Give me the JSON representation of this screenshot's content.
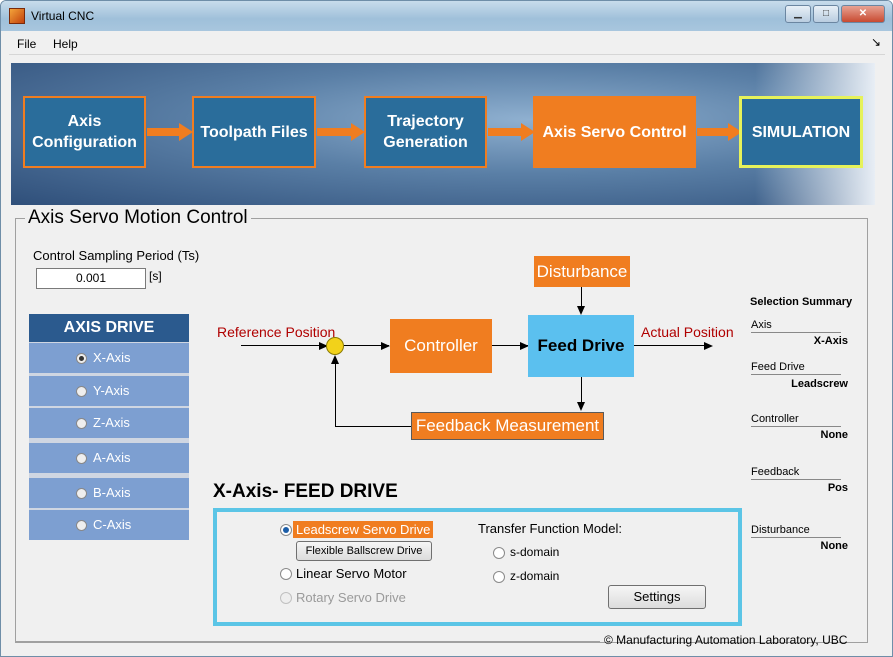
{
  "window": {
    "title": "Virtual CNC"
  },
  "menu": {
    "items": [
      "File",
      "Help"
    ],
    "arrow": "↘"
  },
  "workflow": {
    "steps": [
      {
        "label": "Axis Configuration",
        "line1": "Axis",
        "line2": "Configuration"
      },
      {
        "label": "Toolpath Files"
      },
      {
        "label": "Trajectory Generation",
        "line1": "Trajectory",
        "line2": "Generation"
      },
      {
        "label": "Axis Servo Control",
        "active": true
      },
      {
        "label": "SIMULATION"
      }
    ]
  },
  "panel": {
    "title": "Axis Servo Motion Control"
  },
  "sampling": {
    "label": "Control Sampling Period (Ts)",
    "value": "0.001",
    "unit": "[s]"
  },
  "axis_drive": {
    "title": "AXIS DRIVE",
    "items": [
      {
        "label": "X-Axis",
        "selected": true
      },
      {
        "label": "Y-Axis",
        "selected": false
      },
      {
        "label": "Z-Axis",
        "selected": false
      },
      {
        "label": "A-Axis",
        "selected": false
      },
      {
        "label": "B-Axis",
        "selected": false
      },
      {
        "label": "C-Axis",
        "selected": false
      }
    ]
  },
  "diagram": {
    "reference": "Reference Position",
    "actual": "Actual Position",
    "controller": "Controller",
    "feed_drive": "Feed Drive",
    "disturbance": "Disturbance",
    "feedback": "Feedback Measurement"
  },
  "summary": {
    "title": "Selection Summary",
    "rows": [
      {
        "key": "Axis",
        "value": "X-Axis"
      },
      {
        "key": "Feed Drive",
        "value": "Leadscrew"
      },
      {
        "key": "Controller",
        "value": "None"
      },
      {
        "key": "Feedback",
        "value": "Pos"
      },
      {
        "key": "Disturbance",
        "value": "None"
      }
    ]
  },
  "feed_drive": {
    "title": "X-Axis- FEED DRIVE",
    "options": {
      "leadscrew": "Leadscrew Servo Drive",
      "ballscrew_button": "Flexible Ballscrew Drive",
      "linear": "Linear Servo Motor",
      "rotary": "Rotary Servo Drive"
    },
    "tf": {
      "label": "Transfer Function Model:",
      "s": "s-domain",
      "z": "z-domain"
    },
    "settings_button": "Settings"
  },
  "footer": "© Manufacturing Automation Laboratory, UBC",
  "colors": {
    "accent_orange": "#f07d20",
    "step_blue": "#2a6d9b",
    "feed_blue": "#5bc0ef",
    "box_border": "#5bc5e6"
  }
}
